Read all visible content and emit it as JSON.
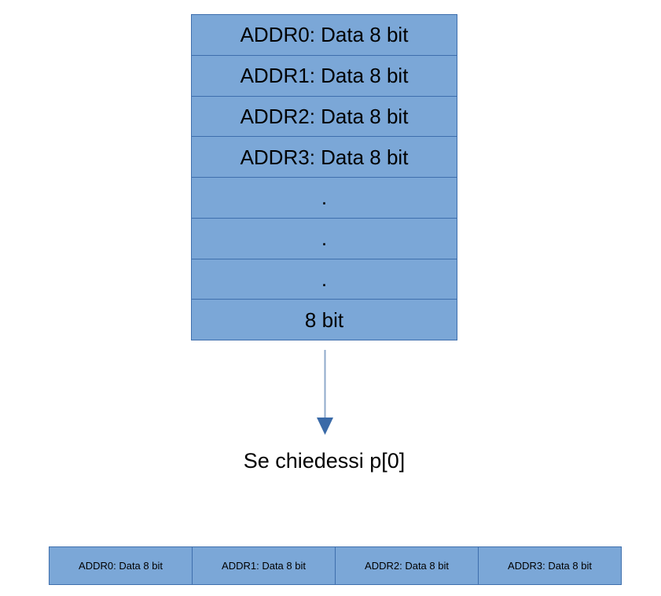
{
  "diagram": {
    "colors": {
      "cell_fill": "#7ba7d7",
      "cell_border": "#3f6fad",
      "arrow": "#4472a8",
      "background": "#ffffff",
      "text": "#000000"
    },
    "memory_stack": {
      "name": "vertical-memory-layout",
      "cells": [
        {
          "label": "ADDR0: Data 8 bit",
          "kind": "address"
        },
        {
          "label": "ADDR1: Data 8 bit",
          "kind": "address"
        },
        {
          "label": "ADDR2: Data 8 bit",
          "kind": "address"
        },
        {
          "label": "ADDR3: Data 8 bit",
          "kind": "address"
        },
        {
          "label": ".",
          "kind": "ellipsis"
        },
        {
          "label": ".",
          "kind": "ellipsis"
        },
        {
          "label": ".",
          "kind": "ellipsis"
        },
        {
          "label": "8 bit",
          "kind": "width"
        }
      ]
    },
    "arrow": {
      "name": "downward-arrow",
      "direction": "down"
    },
    "caption": {
      "text": "Se chiedessi p[0]"
    },
    "byte_row": {
      "name": "horizontal-byte-layout",
      "cells": [
        {
          "label": "ADDR0: Data 8 bit"
        },
        {
          "label": "ADDR1: Data 8 bit"
        },
        {
          "label": "ADDR2: Data 8 bit"
        },
        {
          "label": "ADDR3: Data 8 bit"
        }
      ]
    }
  }
}
